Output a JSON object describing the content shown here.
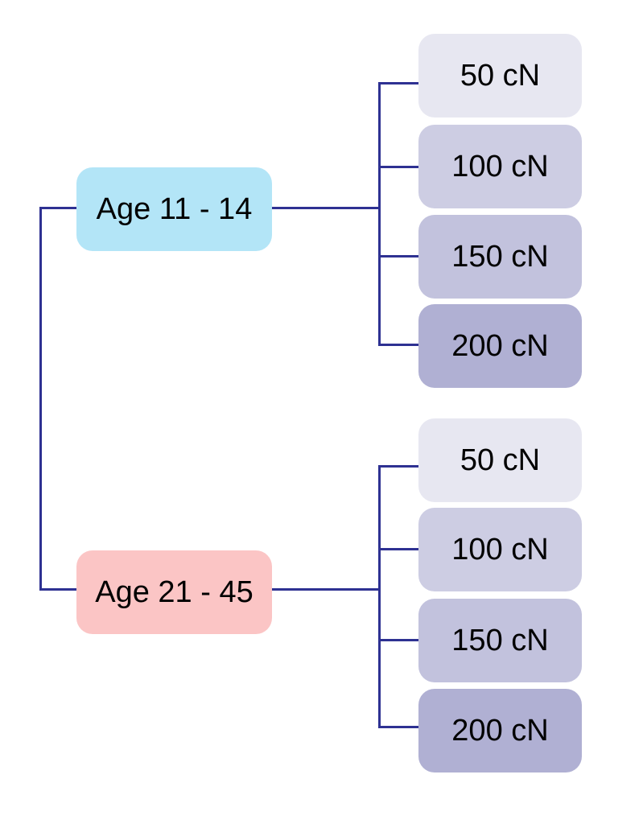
{
  "diagram": {
    "background": "#ffffff",
    "line_color": "#2e3192",
    "text_color": "#000000",
    "groups": [
      {
        "parent": {
          "label": "Age 11 - 14",
          "color": "#b3e5f7"
        },
        "children": [
          {
            "label": "50 cN",
            "color": "#e7e7f1"
          },
          {
            "label": "100 cN",
            "color": "#cdcde3"
          },
          {
            "label": "150 cN",
            "color": "#c2c2dd"
          },
          {
            "label": "200 cN",
            "color": "#b0b0d3"
          }
        ]
      },
      {
        "parent": {
          "label": "Age 21 - 45",
          "color": "#fbc5c5"
        },
        "children": [
          {
            "label": "50 cN",
            "color": "#e7e7f1"
          },
          {
            "label": "100 cN",
            "color": "#cdcde3"
          },
          {
            "label": "150 cN",
            "color": "#c2c2dd"
          },
          {
            "label": "200 cN",
            "color": "#b0b0d3"
          }
        ]
      }
    ]
  }
}
